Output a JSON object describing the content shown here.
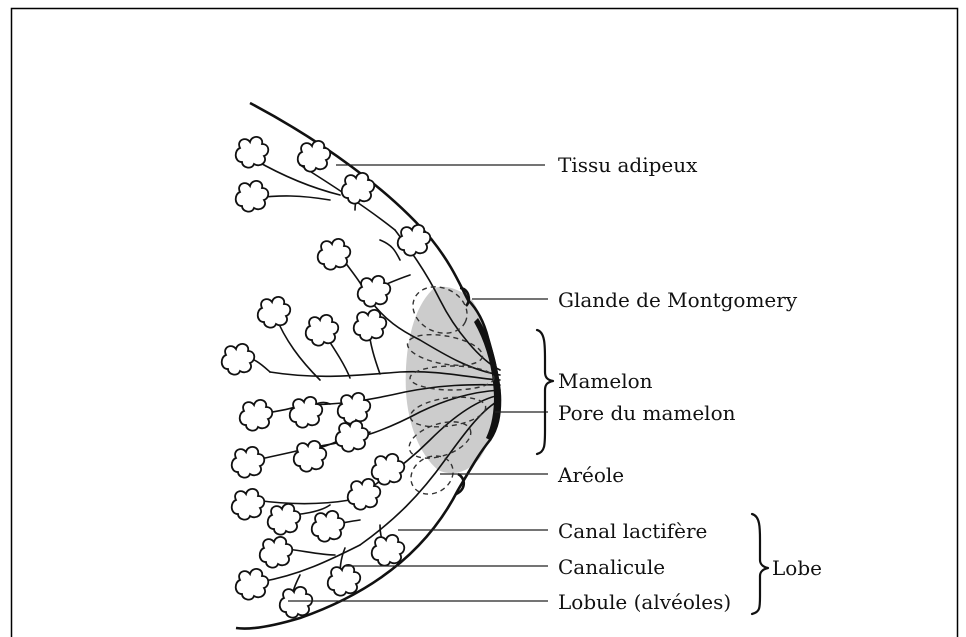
{
  "diagram": {
    "labels": {
      "tissu_adipeux": "Tissu adipeux",
      "glande_montgomery": "Glande de Montgomery",
      "mamelon": "Mamelon",
      "pore_mamelon": "Pore du mamelon",
      "areole": "Aréole",
      "canal_lactifere": "Canal lactifère",
      "canalicule": "Canalicule",
      "lobule": "Lobule (alvéoles)",
      "lobe": "Lobe"
    },
    "colors": {
      "line": "#111111",
      "areola_fill": "#cccccc",
      "background": "#ffffff",
      "frame": "#000000"
    }
  }
}
